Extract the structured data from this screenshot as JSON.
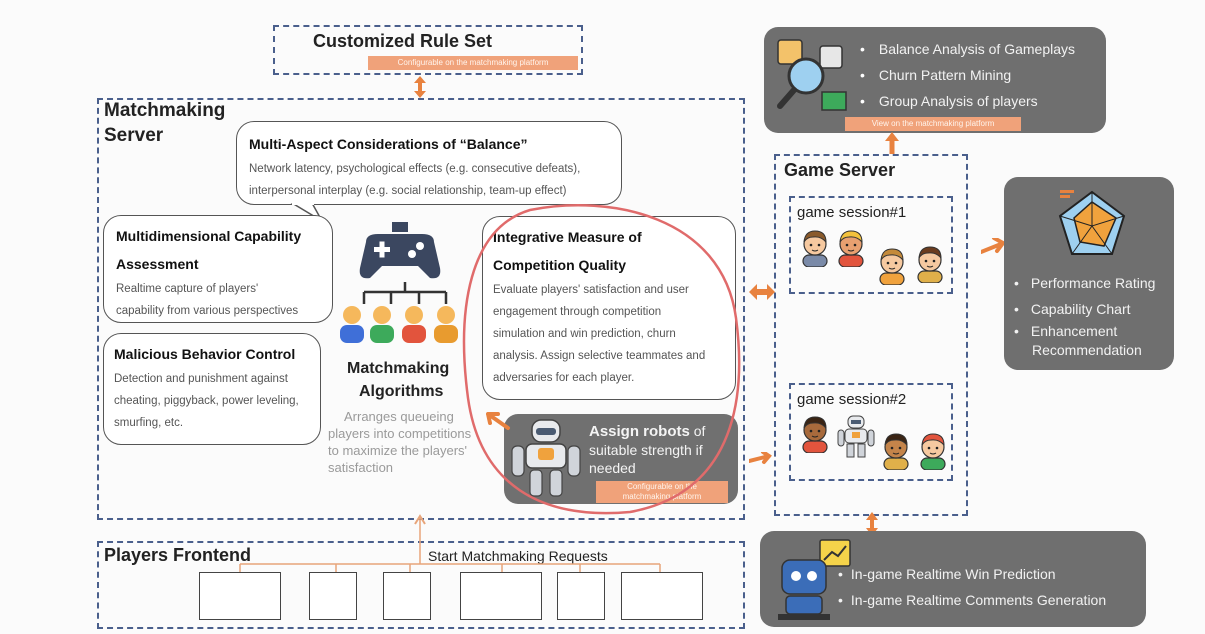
{
  "rule_set": {
    "title": "Customized Rule Set",
    "tag": "Configurable on the matchmaking platform"
  },
  "matchmaking_server": {
    "title_line1": "Matchmaking",
    "title_line2": "Server"
  },
  "balance": {
    "heading": "Multi-Aspect Considerations of “Balance”",
    "body_line1": "Network latency, psychological effects (e.g. consecutive defeats),",
    "body_line2": "interpersonal interplay (e.g. social relationship, team-up effect)"
  },
  "capability": {
    "heading_line1": "Multidimensional Capability",
    "heading_line2": "Assessment",
    "body_line1": "Realtime capture of players'",
    "body_line2": "capability from various perspectives"
  },
  "malicious": {
    "heading": "Malicious Behavior Control",
    "body_line1": "Detection and punishment against",
    "body_line2": "cheating, piggyback, power leveling,",
    "body_line3": "smurfing, etc."
  },
  "algorithms": {
    "title_line1": "Matchmaking",
    "title_line2": "Algorithms",
    "desc_line1": "Arranges queueing",
    "desc_line2": "players into competitions",
    "desc_line3": "to maximize the players'",
    "desc_line4": "satisfaction"
  },
  "quality": {
    "heading_line1": "Integrative Measure of",
    "heading_line2": "Competition Quality",
    "body_line1": "Evaluate players' satisfaction and user",
    "body_line2": "engagement through competition",
    "body_line3": "simulation and win prediction, churn",
    "body_line4": "analysis. Assign selective teammates and",
    "body_line5": "adversaries for each player."
  },
  "robots": {
    "bold": "Assign robots",
    "rest": " of",
    "line2": "suitable strength if",
    "line3": "needed",
    "tag_line1": "Configurable on the",
    "tag_line2": "matchmaking platform"
  },
  "analysis": {
    "items": [
      "Balance Analysis of Gameplays",
      "Churn Pattern Mining",
      "Group Analysis of players"
    ],
    "tag": "View on the matchmaking platform"
  },
  "game_server": {
    "title": "Game Server",
    "session1": "game session#1",
    "session2": "game session#2"
  },
  "rating": {
    "items": [
      "Performance Rating",
      "Capability Chart",
      "Enhancement Recommendation"
    ]
  },
  "ingame": {
    "items": [
      "In-game Realtime Win Prediction",
      "In-game Realtime Comments Generation"
    ]
  },
  "frontend": {
    "title": "Players Frontend",
    "requests": "Start Matchmaking Requests"
  },
  "colors": {
    "dash": "#4a5f8c",
    "gray_panel": "#6f6f6f",
    "orange": "#e8823f",
    "red_circle": "#e06b6b"
  }
}
